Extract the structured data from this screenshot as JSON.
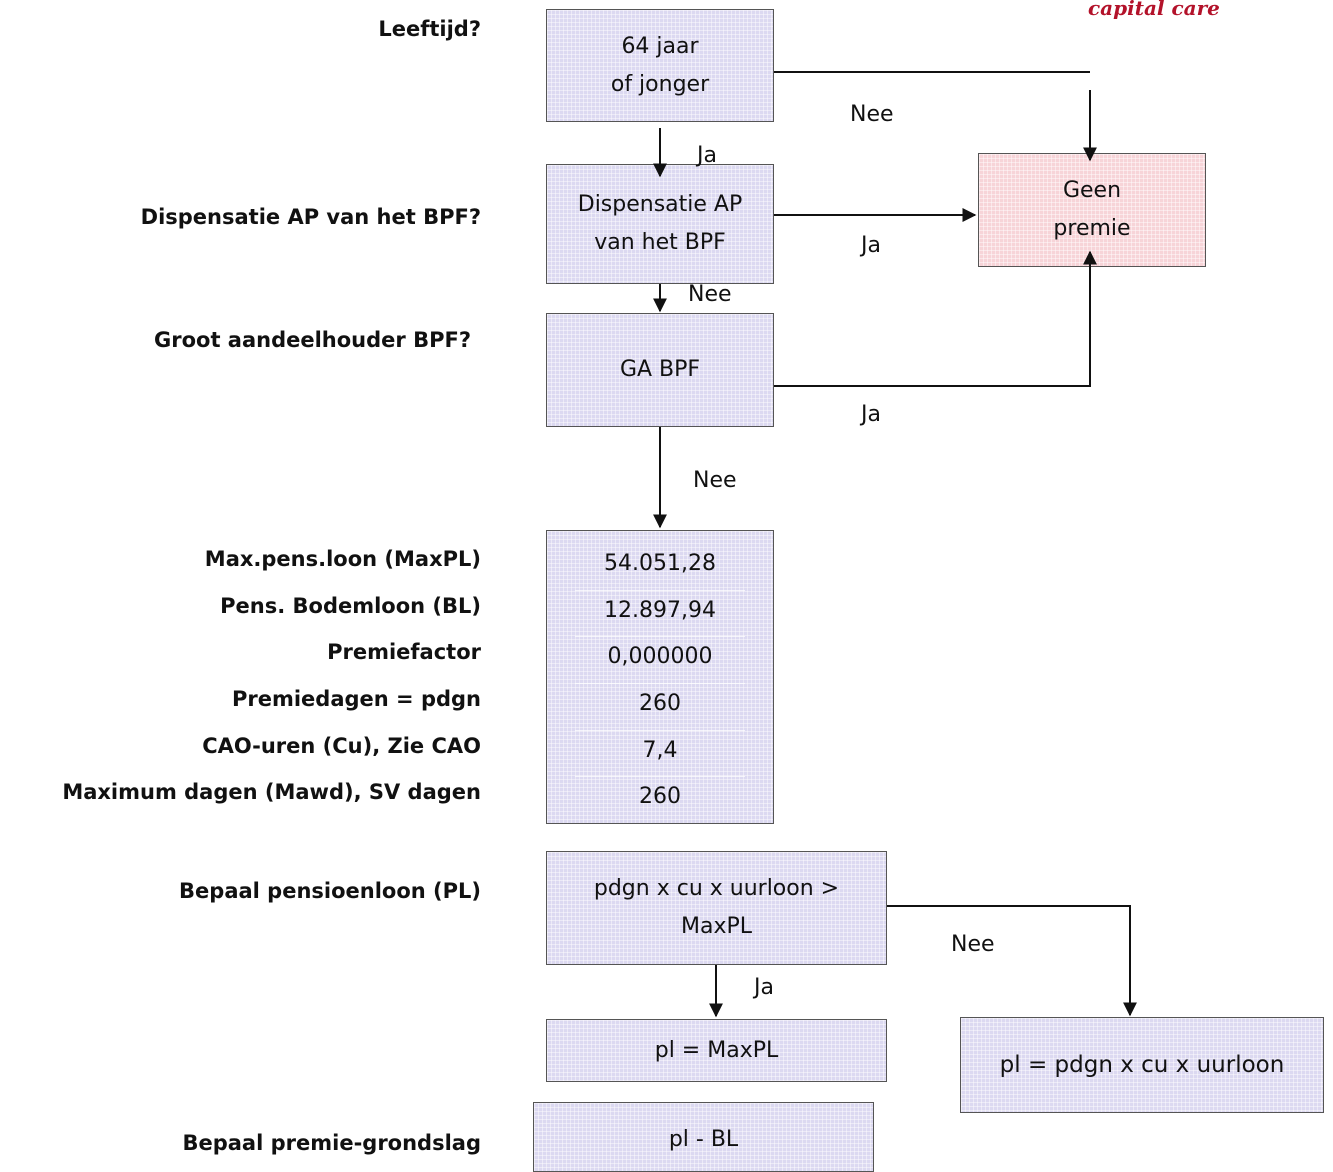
{
  "logo": "capital care",
  "questions": {
    "age": "Leeftijd?",
    "dispensation": "Dispensatie AP van het BPF?",
    "shareholder": "Groot aandeelhouder BPF?",
    "maxpl": "Max.pens.loon (MaxPL)",
    "bottom_wage": "Pens. Bodemloon (BL)",
    "premium_factor": "Premiefactor",
    "premium_days": "Premiedagen = pdgn",
    "cao_hours": "CAO-uren (Cu), Zie CAO",
    "max_days": "Maximum dagen (Mawd), SV dagen",
    "determine_pl": "Bepaal pensioenloon (PL)",
    "determine_basis": "Bepaal premie-grondslag"
  },
  "boxes": {
    "age_line1": "64 jaar",
    "age_line2": "of jonger",
    "disp_line1": "Dispensatie AP",
    "disp_line2": "van het BPF",
    "ga": "GA BPF",
    "no_premium_line1": "Geen",
    "no_premium_line2": "premie",
    "pl_check_line1": "pdgn x cu x uurloon >",
    "pl_check_line2": "MaxPL",
    "pl_max": "pl = MaxPL",
    "pl_calc": "pl = pdgn x cu x uurloon",
    "basis": "pl - BL"
  },
  "values": [
    "54.051,28",
    "12.897,94",
    "0,000000",
    "260",
    "7,4",
    "260"
  ],
  "edges": {
    "age_no": "Nee",
    "age_yes": "Ja",
    "disp_yes": "Ja",
    "disp_no": "Nee",
    "ga_yes": "Ja",
    "ga_no": "Nee",
    "pl_no": "Nee",
    "pl_yes": "Ja"
  }
}
